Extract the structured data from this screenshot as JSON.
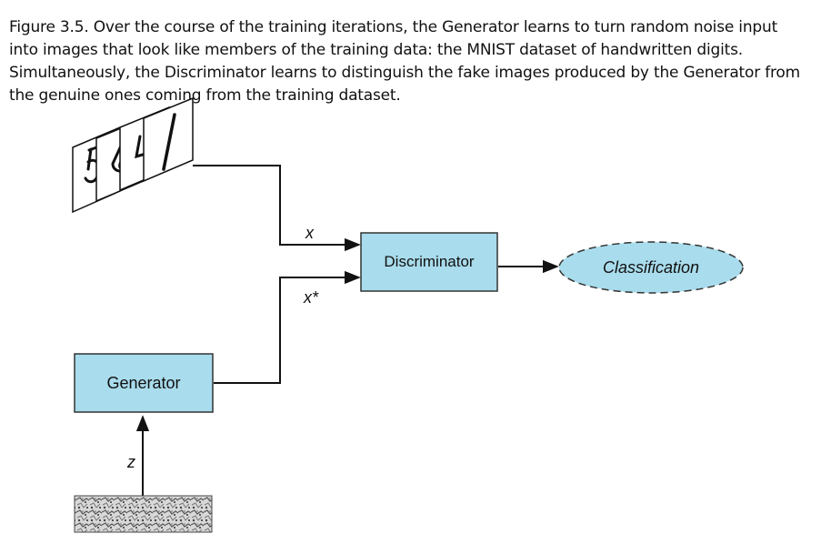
{
  "caption": "Figure 3.5. Over the course of the training iterations, the Generator learns to turn random noise input into images that look like members of the training data: the MNIST dataset of handwritten digits. Simultaneously, the Discriminator learns to distinguish the fake images produced by the Generator from the genuine ones coming from the training dataset.",
  "diagram": {
    "discriminator_label": "Discriminator",
    "generator_label": "Generator",
    "classification_label": "Classification",
    "x_label": "x",
    "x_star_label": "x*",
    "z_label": "z"
  },
  "colors": {
    "box_fill": "#a9dcec",
    "box_stroke": "#333333",
    "line": "#111111"
  },
  "icons": [
    "handwritten-digit-images",
    "noise-pattern"
  ]
}
